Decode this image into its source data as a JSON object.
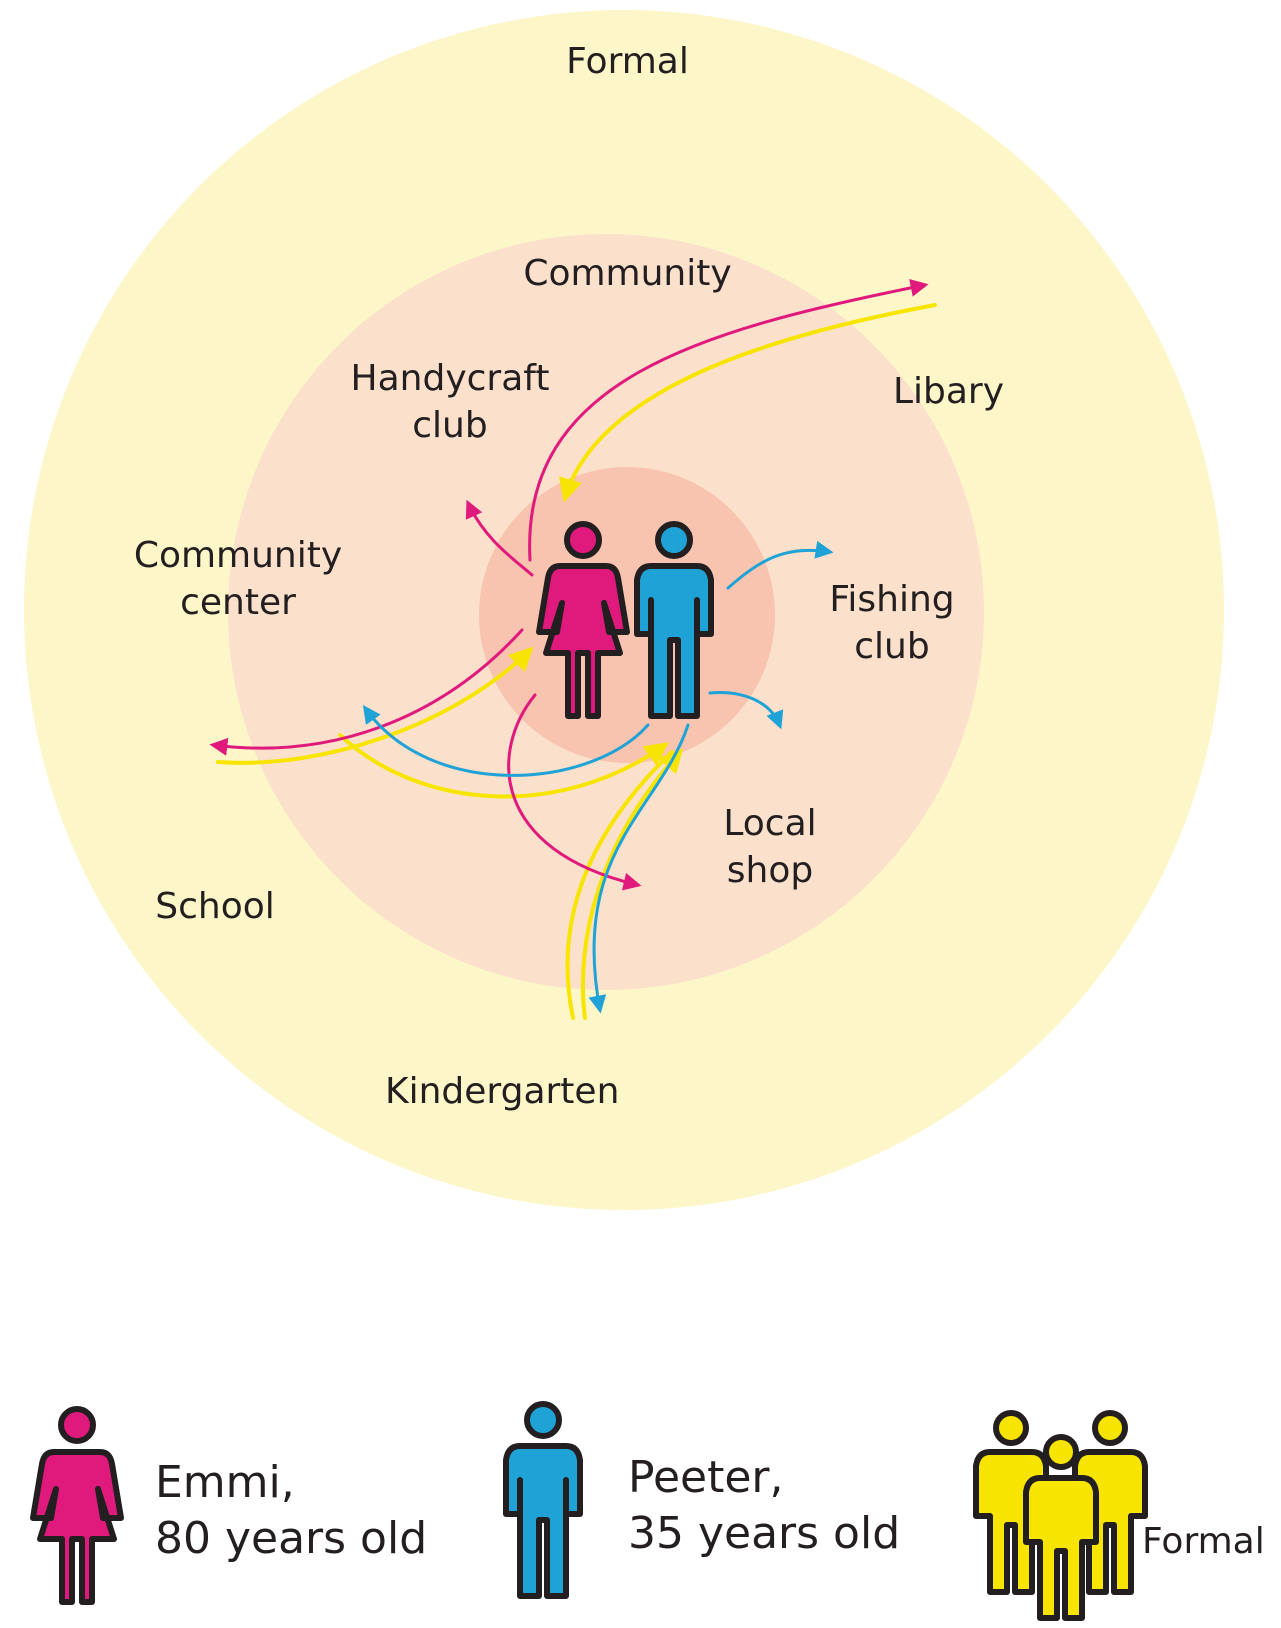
{
  "colors": {
    "outer_ring": "#fdf6c8",
    "middle_ring": "#fbe0cc",
    "inner_ring": "#f8c4b0",
    "emmi": "#e0197d",
    "peeter": "#1fa3d6",
    "formal": "#f7e500",
    "outline": "#231f20"
  },
  "rings": {
    "outer": "Formal",
    "middle": "Community"
  },
  "places": {
    "handycraft_club": [
      "Handycraft",
      "club"
    ],
    "libary": "Libary",
    "community_center": [
      "Community",
      "center"
    ],
    "fishing_club": [
      "Fishing",
      "club"
    ],
    "local_shop": [
      "Local",
      "shop"
    ],
    "school": "School",
    "kindergarten": "Kindergarten"
  },
  "legend": {
    "emmi": {
      "line1": "Emmi,",
      "line2": "80 years old",
      "icon": "woman-icon"
    },
    "peeter": {
      "line1": "Peeter,",
      "line2": "35 years old",
      "icon": "man-icon"
    },
    "formal": {
      "label": "Formal",
      "icon": "group-icon"
    }
  }
}
